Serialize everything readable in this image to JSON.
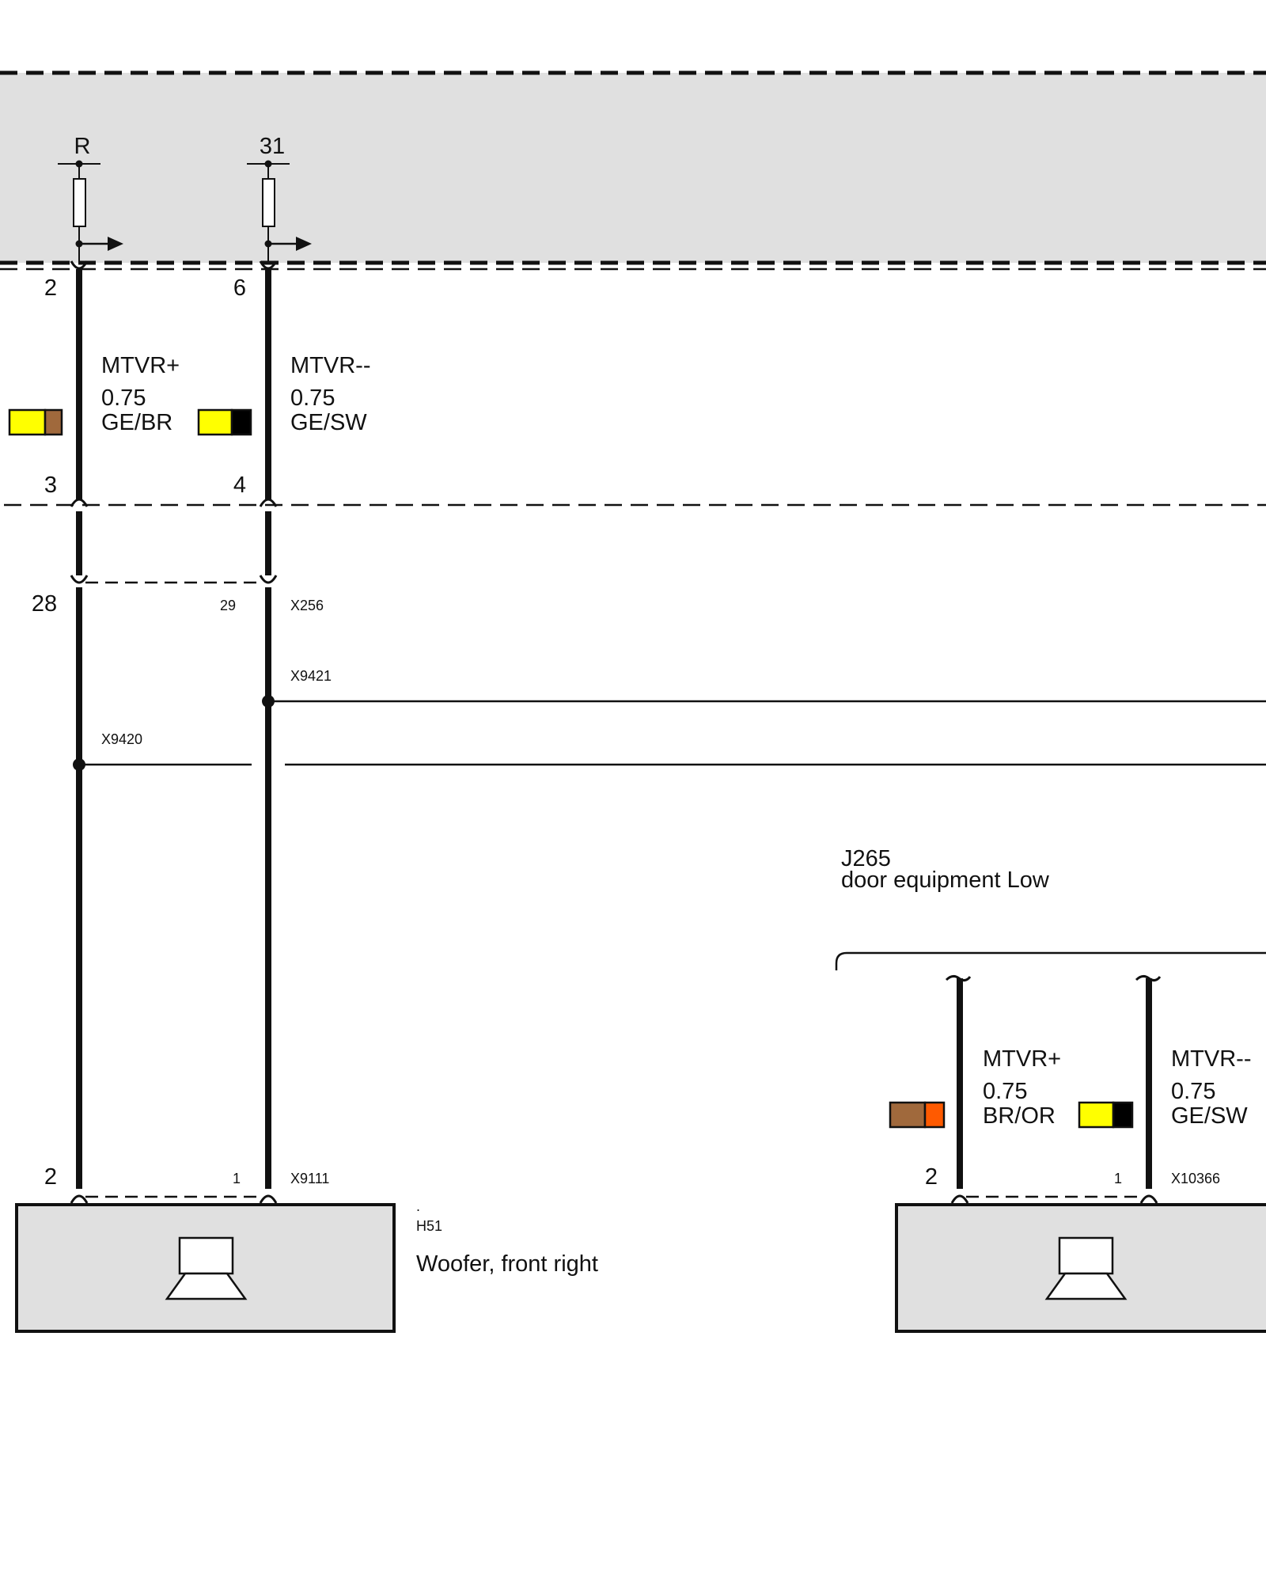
{
  "top_module": {
    "pins": {
      "left_top": "R",
      "right_top": "31"
    },
    "background": "#e0e0e0"
  },
  "wires": {
    "left": {
      "signal": "MTVR+",
      "gauge": "0.75",
      "color_code": "GE/BR",
      "colors": [
        "#ffff00",
        "#a0693c"
      ],
      "pin_top": "2",
      "pin_mid": "3",
      "pin_connector": "28",
      "pin_bottom": "2"
    },
    "right": {
      "signal": "MTVR--",
      "gauge": "0.75",
      "color_code": "GE/SW",
      "colors": [
        "#ffff00",
        "#000000"
      ],
      "pin_top": "6",
      "pin_mid": "4",
      "pin_connector": "29",
      "pin_bottom": "1"
    }
  },
  "connectors": {
    "x256": "X256",
    "x9421": "X9421",
    "x9420": "X9420",
    "x9111": "X9111",
    "x10366": "X10366"
  },
  "component_h51": {
    "dot": ".",
    "id": "H51",
    "name": "Woofer, front right",
    "icon": "speaker-icon"
  },
  "component_j265": {
    "id": "J265",
    "name": "door equipment Low"
  },
  "right_wires": {
    "left": {
      "signal": "MTVR+",
      "gauge": "0.75",
      "color_code": "BR/OR",
      "colors": [
        "#a0693c",
        "#ff5a00"
      ],
      "pin_bottom": "2"
    },
    "right": {
      "signal": "MTVR--",
      "gauge": "0.75",
      "color_code": "GE/SW",
      "colors": [
        "#ffff00",
        "#000000"
      ],
      "pin_bottom": "1"
    }
  }
}
